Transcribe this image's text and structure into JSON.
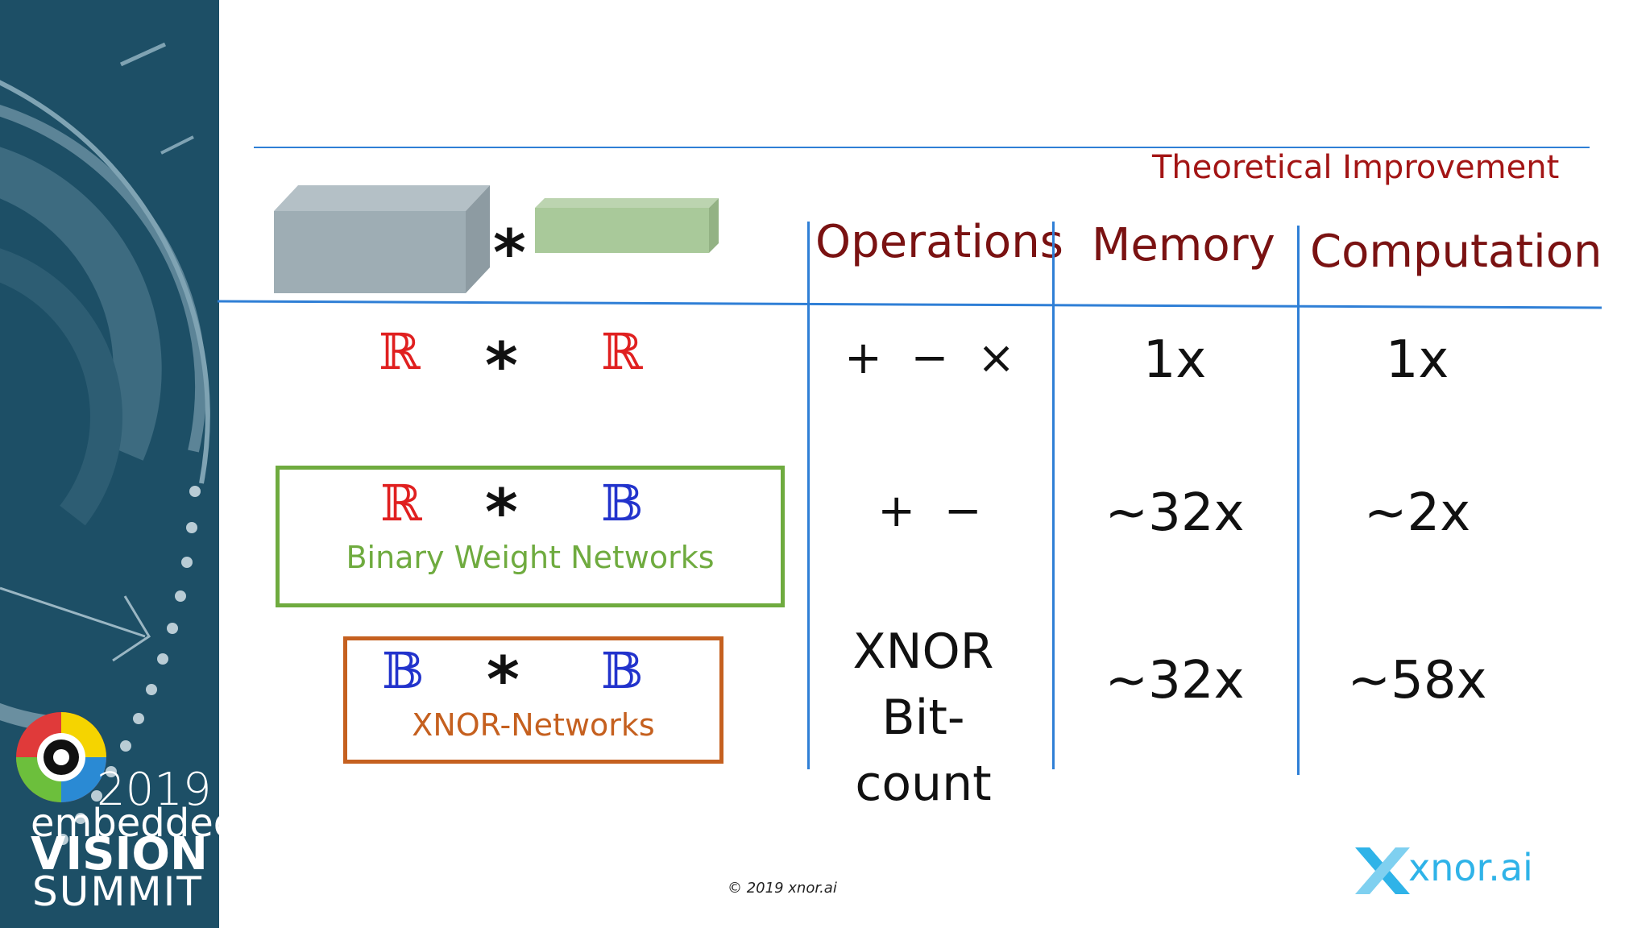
{
  "brand": {
    "year": "2019",
    "line1": "embedded",
    "line2": "VISION",
    "line3": "SUMMIT"
  },
  "table": {
    "supertitle": "Theoretical Improvement",
    "headers": {
      "operations": "Operations",
      "memory": "Memory",
      "computation": "Computation"
    },
    "rows": [
      {
        "left": "ℝ",
        "op": "*",
        "right": "ℝ",
        "operations": "+  −  ×",
        "memory": "1x",
        "computation": "1x"
      },
      {
        "left": "ℝ",
        "op": "*",
        "right": "𝔹",
        "label": "Binary Weight Networks",
        "operations": "+  −",
        "memory": "~32x",
        "computation": "~2x"
      },
      {
        "left": "𝔹",
        "op": "*",
        "right": "𝔹",
        "label": "XNOR-Networks",
        "operations_lines": [
          "XNOR",
          "Bit-",
          "count"
        ],
        "memory": "~32x",
        "computation": "~58x"
      }
    ]
  },
  "illustration_operator": "*",
  "footer": {
    "copyright": "© 2019 xnor.ai",
    "logo_text": "xnor.ai"
  },
  "colors": {
    "sidebar": "#1d4f66",
    "header_text": "#7a1212",
    "grid_lines": "#2f7fd6",
    "real_symbol": "#e02020",
    "binary_symbol": "#2233cc",
    "bwn_box": "#6fab3f",
    "xnor_box": "#c5601f",
    "logo": "#2fb3e8"
  }
}
